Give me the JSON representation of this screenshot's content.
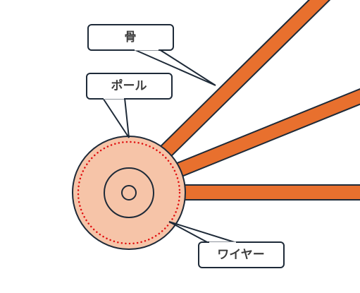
{
  "labels": {
    "bone": "骨",
    "pole": "ポール",
    "wire": "ワイヤー"
  },
  "colors": {
    "rib_fill": "#e8702e",
    "hub_fill": "#f6c4a8",
    "outline": "#1e2a38",
    "wire_dots": "#e01010",
    "text": "#3d3d3d"
  }
}
